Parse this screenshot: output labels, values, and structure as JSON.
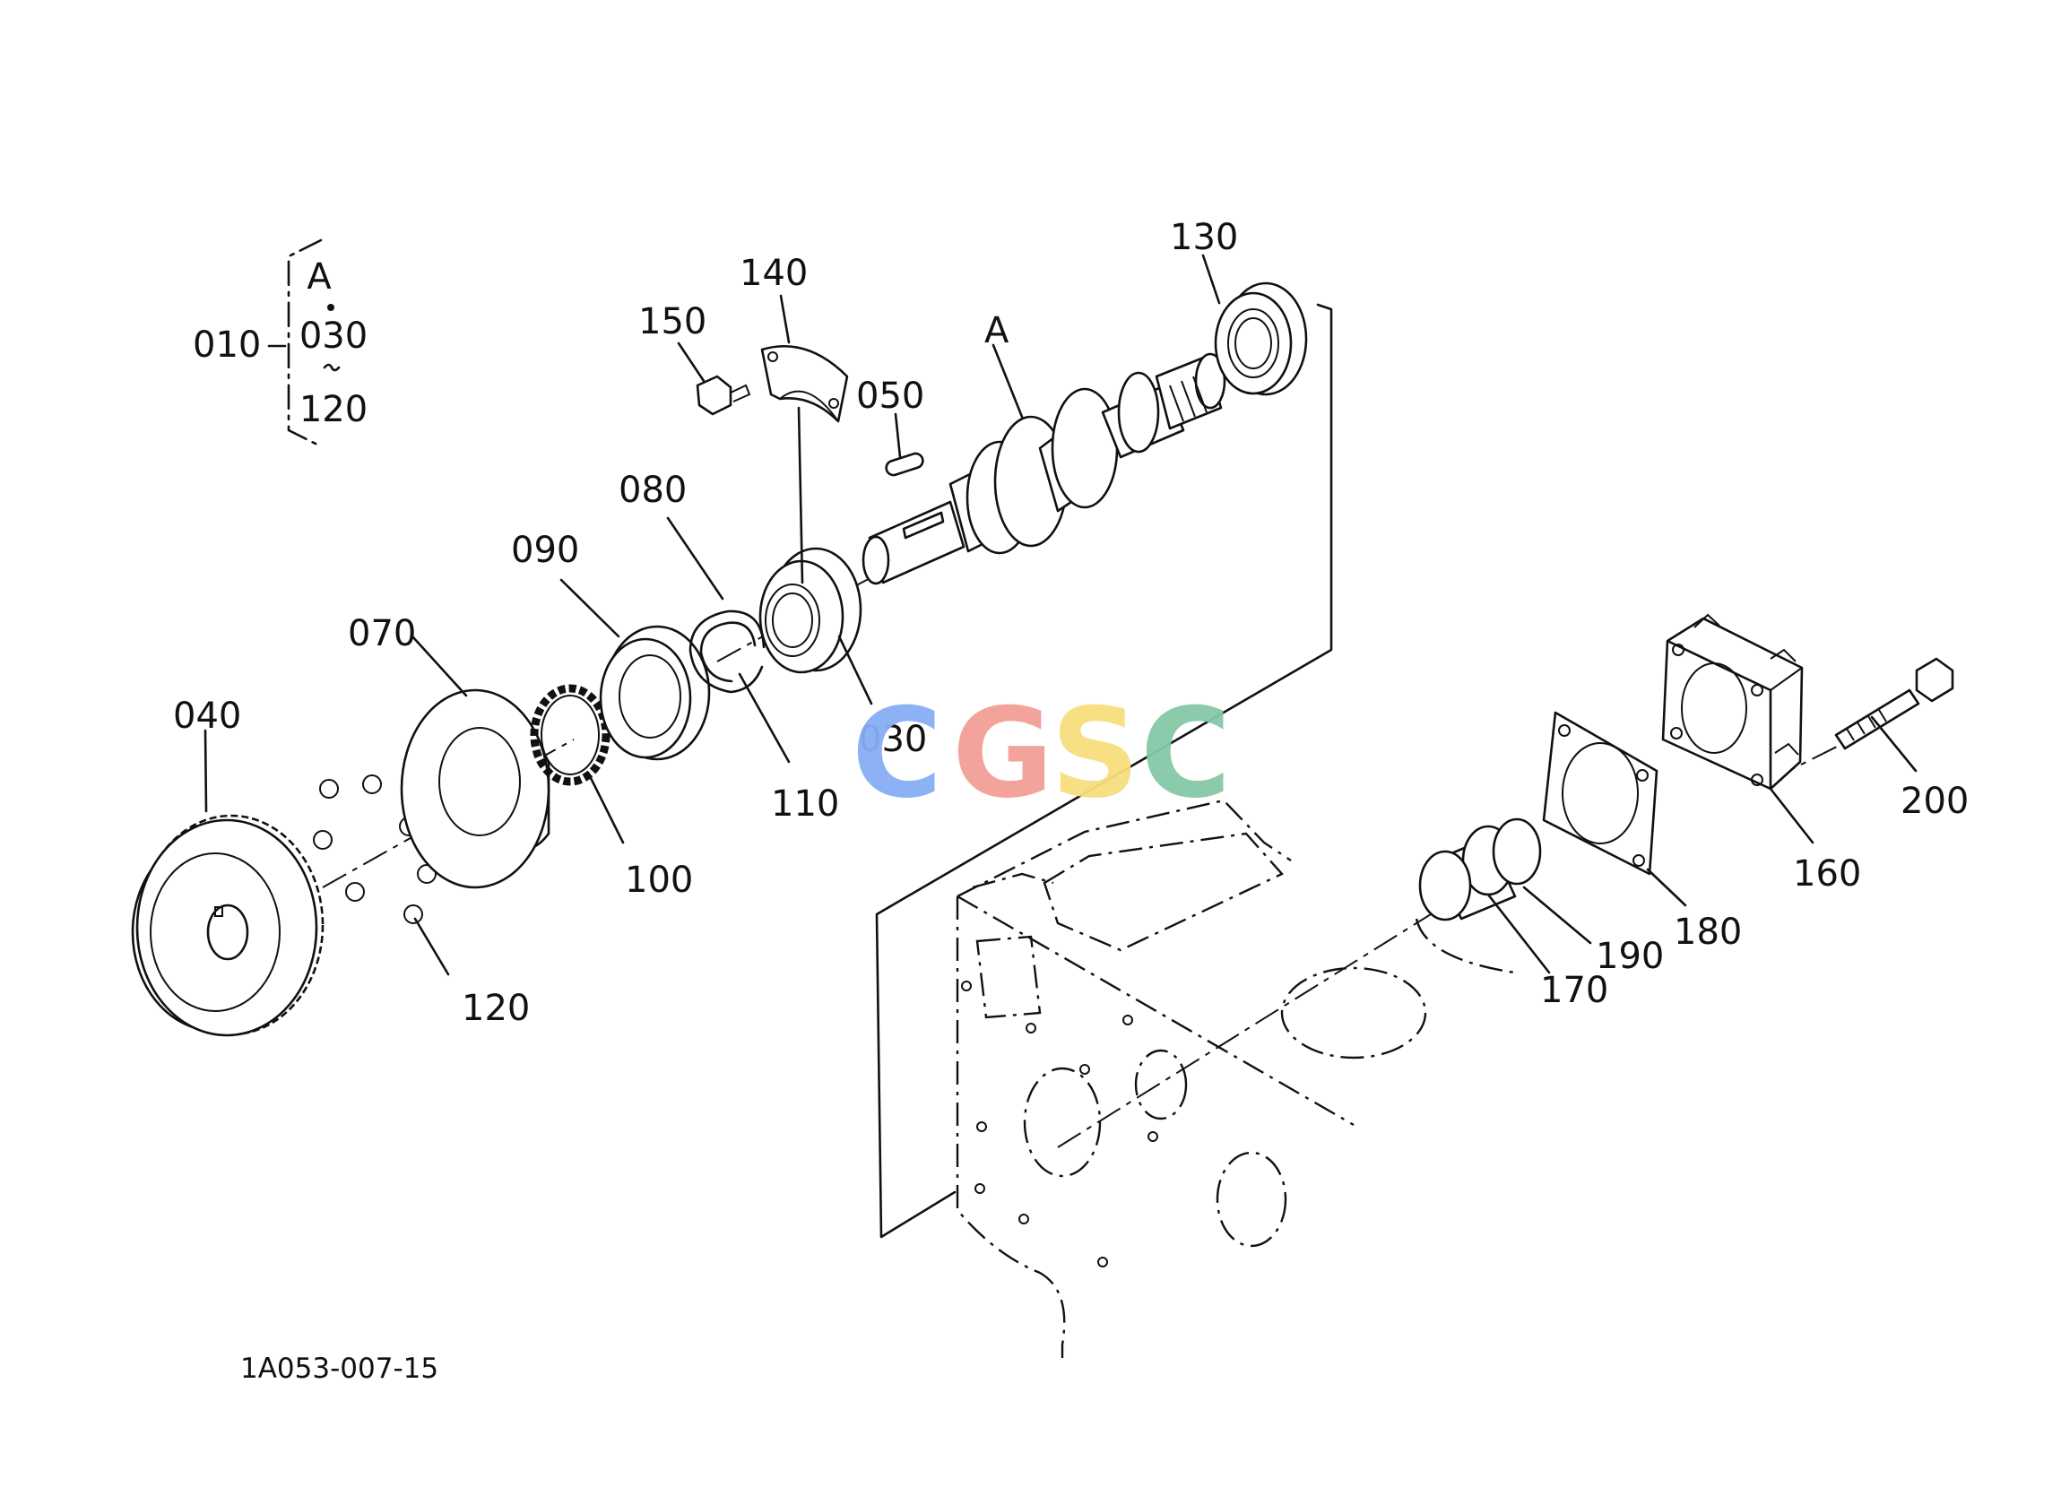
{
  "assembly": {
    "group_label": "010",
    "sub_labels": [
      "A",
      "030",
      "120"
    ]
  },
  "callouts": [
    {
      "id": "c130",
      "label": "130"
    },
    {
      "id": "c140",
      "label": "140"
    },
    {
      "id": "c150",
      "label": "150"
    },
    {
      "id": "c050",
      "label": "050"
    },
    {
      "id": "cA",
      "label": "A"
    },
    {
      "id": "c080",
      "label": "080"
    },
    {
      "id": "c090",
      "label": "090"
    },
    {
      "id": "c070",
      "label": "070"
    },
    {
      "id": "c040",
      "label": "040"
    },
    {
      "id": "c030",
      "label": "030"
    },
    {
      "id": "c110",
      "label": "110"
    },
    {
      "id": "c100",
      "label": "100"
    },
    {
      "id": "c120",
      "label": "120"
    },
    {
      "id": "c200",
      "label": "200"
    },
    {
      "id": "c160",
      "label": "160"
    },
    {
      "id": "c180",
      "label": "180"
    },
    {
      "id": "c190",
      "label": "190"
    },
    {
      "id": "c170",
      "label": "170"
    }
  ],
  "reference_code": "1A053-007-15",
  "watermark": {
    "letters": [
      "C",
      "G",
      "S",
      "C"
    ],
    "colors": [
      "#86aef5",
      "#f2a097",
      "#f7df7e",
      "#85c9a8"
    ]
  }
}
